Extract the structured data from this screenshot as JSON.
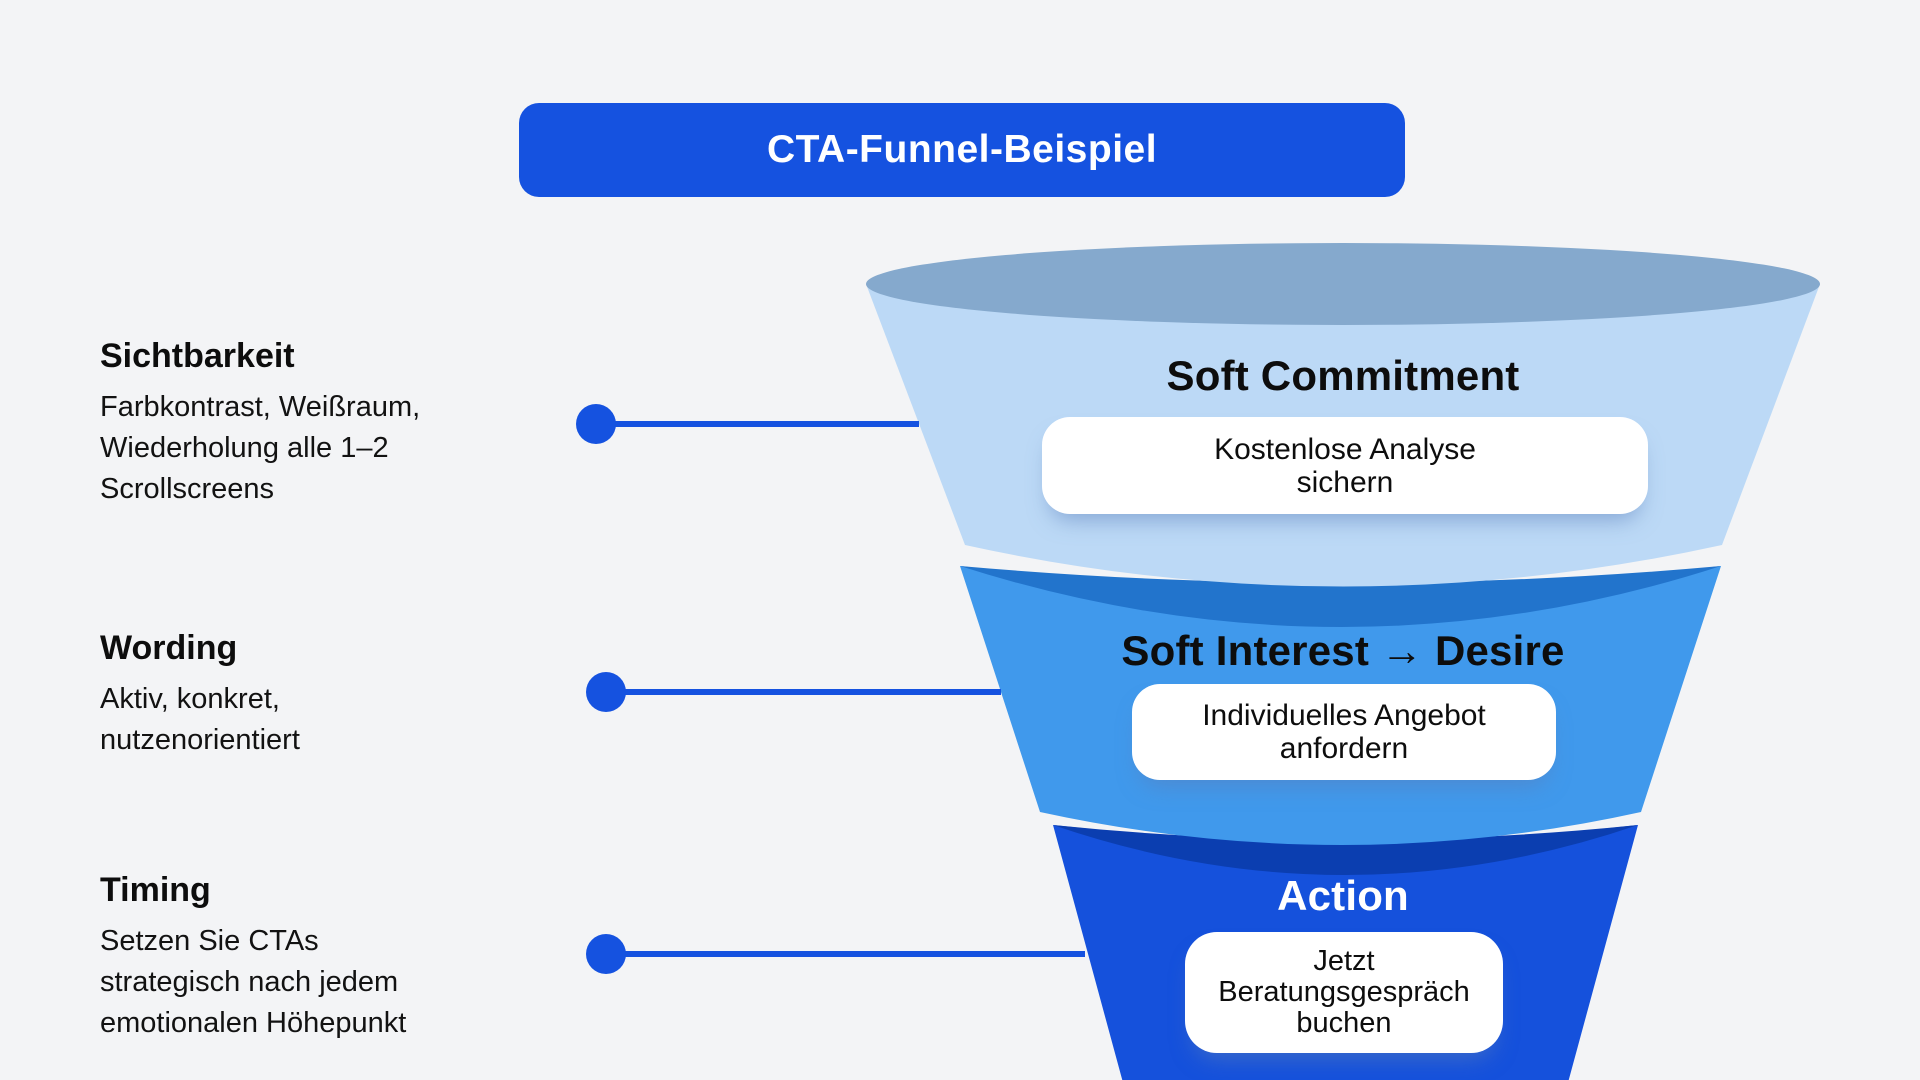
{
  "page": {
    "background": "#f3f4f6"
  },
  "title_banner": {
    "label": "CTA-Funnel-Beispiel",
    "bg": "#1552e0",
    "text_color": "#ffffff"
  },
  "funnel": {
    "connector_color": "#1552e0",
    "tiers": [
      {
        "heading": "Soft Commitment",
        "heading_color": "#0d0d0d",
        "cta_lines": [
          "Kostenlose Analyse",
          "sichern"
        ],
        "body_color": "#bcd9f6",
        "rim_color": "#85a9cd"
      },
      {
        "heading": "Soft Interest → Desire",
        "heading_color": "#0d0d0d",
        "cta_lines": [
          "Individuelles Angebot",
          "anfordern"
        ],
        "body_color": "#4099ec",
        "rim_color": "#2274cc"
      },
      {
        "heading": "Action",
        "heading_color": "#ffffff",
        "cta_lines": [
          "Jetzt",
          "Beratungsgespräch",
          "buchen"
        ],
        "body_color": "#1551dc",
        "rim_color": "#0b3eb0"
      }
    ]
  },
  "annotations": [
    {
      "heading": "Sichtbarkeit",
      "lines": [
        "Farbkontrast, Weißraum,",
        "Wiederholung alle 1–2",
        "Scrollscreens"
      ]
    },
    {
      "heading": "Wording",
      "lines": [
        "Aktiv, konkret,",
        "nutzenorientiert"
      ]
    },
    {
      "heading": "Timing",
      "lines": [
        "Setzen Sie CTAs",
        "strategisch nach jedem",
        "emotionalen Höhepunkt"
      ]
    }
  ]
}
